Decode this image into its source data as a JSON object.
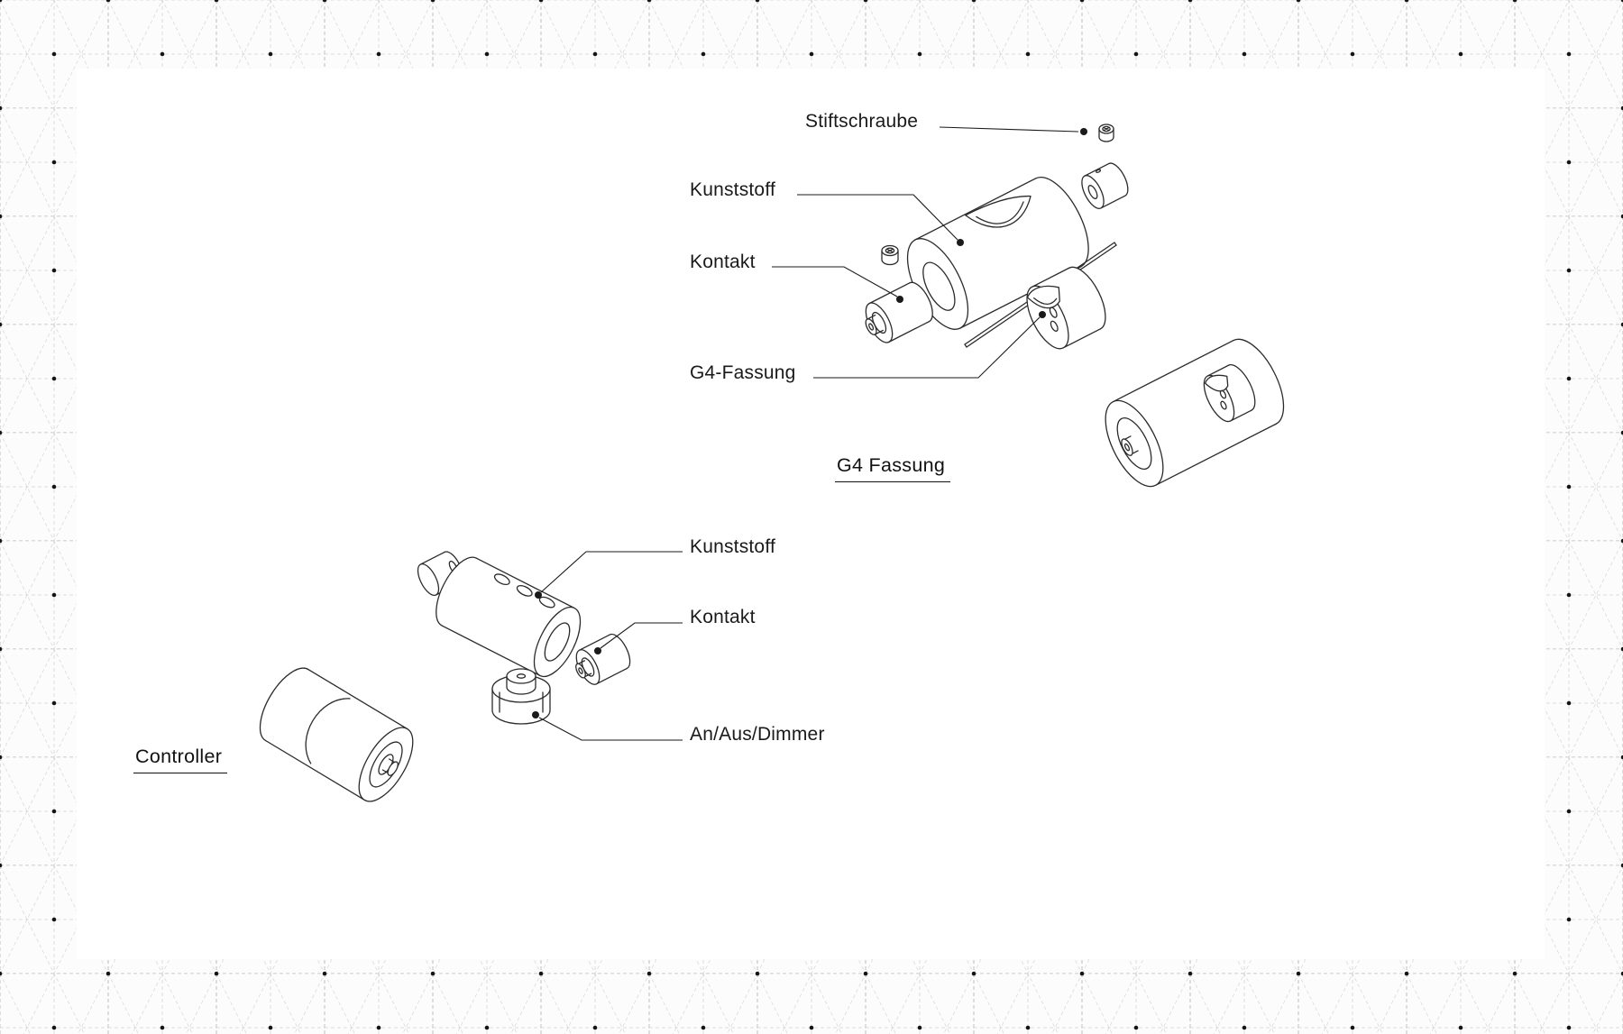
{
  "colors": {
    "paper": "#ffffff",
    "ink": "#2b2b2b",
    "grid": "#d0d0d0",
    "dot": "#141414"
  },
  "g4": {
    "title": "G4 Fassung",
    "labels": [
      {
        "text": "Stiftschraube"
      },
      {
        "text": "Kunststoff"
      },
      {
        "text": "Kontakt"
      },
      {
        "text": "G4-Fassung"
      }
    ]
  },
  "controller": {
    "title": "Controller",
    "labels": [
      {
        "text": "Kunststoff"
      },
      {
        "text": "Kontakt"
      },
      {
        "text": "An/Aus/Dimmer"
      }
    ]
  }
}
